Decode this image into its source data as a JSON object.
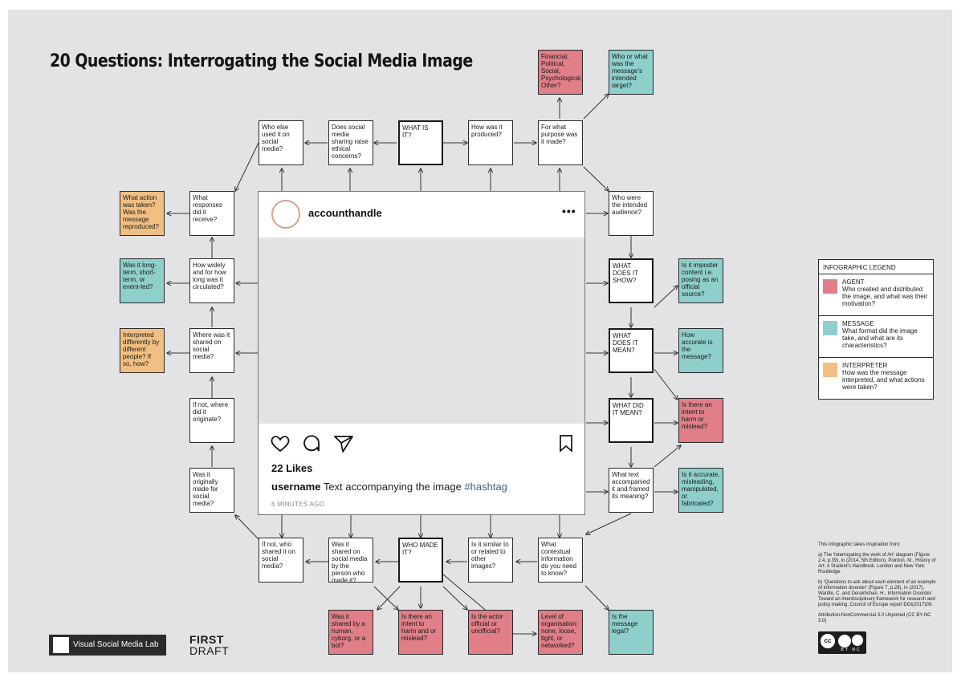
{
  "title": "20 Questions: Interrogating the Social Media Image",
  "boxes": {
    "b1": "Who else used it on social media?",
    "b2": "Does social media sharing raise ethical concerns?",
    "b3": "WHAT IS IT?",
    "b4": "How was it produced?",
    "b5": "For what purpose was it made?",
    "b6": "Financial, Political, Social, Psychological, Other?",
    "b7": "Who or what was the message's intended target?",
    "b8": "Who were the intended audience?",
    "b9": "WHAT DOES IT SHOW?",
    "b10": "Is it imposter content i.e. posing as an official source?",
    "b11": "WHAT DOES IT MEAN?",
    "b12": "How accurate is the message?",
    "b13": "WHAT DID IT MEAN?",
    "b14": "Is there an intent to harm or mislead?",
    "b15": "What text accompanied it and framed its meaning?",
    "b16": "Is it accurate, misleading, manipulated, or fabricated?",
    "b17": "What contextual information do you need to know?",
    "b18": "Is the message legal?",
    "b19": "Is it similar to or related to other images?",
    "b20": "WHO MADE IT?",
    "b21": "Was it shared on social media by the person who made it?",
    "b22": "If not, who shared it on social media?",
    "b23": "Was it shared by a human, cyborg, or a bot?",
    "b24": "Is there an intent to harm and or mislead?",
    "b25": "Is the actor official or unofficial?",
    "b26": "Level of organisation: none, loose, tight, or networked?",
    "b27": "Was it originally made for social media?",
    "b28": "If not, where did it originate?",
    "b29": "Where was it shared on social media?",
    "b30": "Interpreted differently by different people? If so, how?",
    "b31": "How widely and for how long was it circulated?",
    "b32": "Was it long-term, short-term, or event-led?",
    "b33": "What responses did it receive?",
    "b34": "What action was taken? Was the message reproduced?"
  },
  "post": {
    "handle": "accounthandle",
    "more": "•••",
    "likes": "22 Likes",
    "username": "username",
    "caption": "Text accompanying the image",
    "hashtag": "#hashtag",
    "time": "6 MINUTES AGO"
  },
  "legend": {
    "title": "INFOGRAPHIC LEGEND",
    "agent": {
      "name": "AGENT",
      "desc": "Who created and distributed the image, and what was their motivation?",
      "color": "#e07f88"
    },
    "message": {
      "name": "MESSAGE",
      "desc": "What format did the image take, and what are its characteristics?",
      "color": "#8ecfcb"
    },
    "interpreter": {
      "name": "INTERPRETER",
      "desc": "How was the message interpreted, and what actions were taken?",
      "color": "#f2bf82"
    }
  },
  "notes": {
    "intro": "This infographic takes inspiration from:",
    "a": "a) The 'Interrogating the work of Art' diagram (Figure 2.4, p.39), in (2014, 5th Edition), Pointon, M., History of Art: A Student's Handbook, London and New York: Routledge.",
    "b": "b) 'Questions to ask about each element of an example of information disorder' (Figure 7, p.28), in (2017), Wardle, C. and Derakhshan, H., Information Disorder: Toward an interdisciplinary framework for research and policy making, Council of Europe report DGI(2017)09.",
    "license": "Attribution-NonCommercial 3.0 Unported (CC BY-NC 3.0)"
  },
  "cc_badge": {
    "cc": "cc",
    "by_nc": "BY NC"
  },
  "logos": {
    "vsml": "Visual Social Media Lab",
    "fd_top": "FIRST",
    "fd_bottom": "DRAFT"
  },
  "colors": {
    "agent": "#e07f88",
    "message": "#8ecfcb",
    "interpreter": "#f2bf82"
  }
}
